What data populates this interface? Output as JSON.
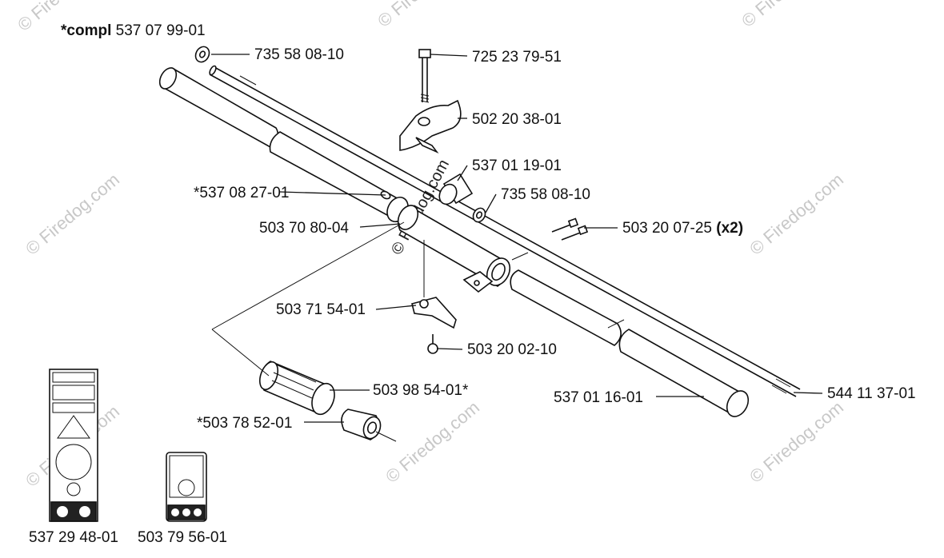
{
  "watermark": {
    "text": "© Firedog.com"
  },
  "assembly": {
    "prefix": "*compl",
    "number": "537 07 99-01"
  },
  "parts": [
    {
      "id": "washer-top",
      "number": "735 58 08-10"
    },
    {
      "id": "bolt",
      "number": "725 23 79-51"
    },
    {
      "id": "wing-knob",
      "number": "502 20 38-01"
    },
    {
      "id": "bushing",
      "number": "537 01 19-01"
    },
    {
      "id": "washer-mid",
      "number": "735 58 08-10"
    },
    {
      "id": "screws",
      "number": "503 20 07-25",
      "qty": "(x2)"
    },
    {
      "id": "upper-tube",
      "number": "*537 08 27-01"
    },
    {
      "id": "coupler",
      "number": "503 70 80-04"
    },
    {
      "id": "bracket",
      "number": "503 71 54-01"
    },
    {
      "id": "screw-small",
      "number": "503 20 02-10"
    },
    {
      "id": "lower-tube",
      "number": "537 01 16-01"
    },
    {
      "id": "drive-shaft",
      "number": "544 11 37-01"
    },
    {
      "id": "bearing",
      "number": "503 98 54-01*"
    },
    {
      "id": "bearing-sleeve",
      "number": "*503 78 52-01"
    },
    {
      "id": "decal-warning",
      "number": "537 29 48-01"
    },
    {
      "id": "decal-line",
      "number": "503 79 56-01"
    }
  ]
}
